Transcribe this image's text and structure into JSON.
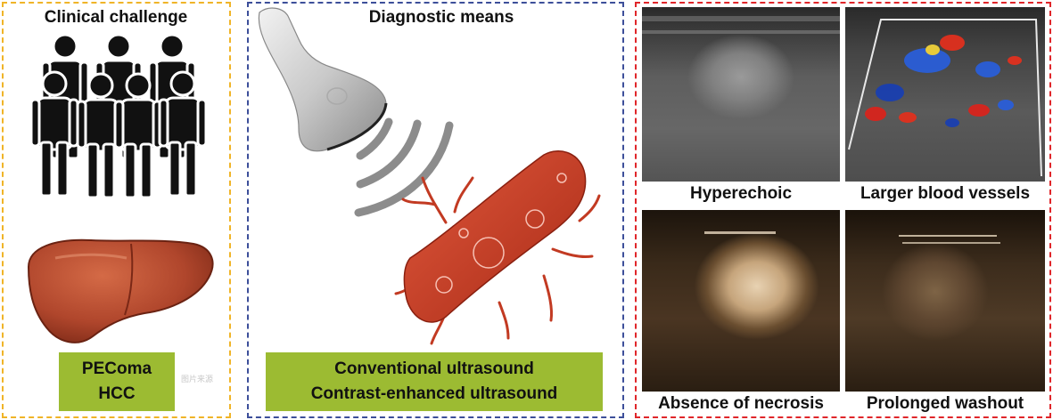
{
  "clinical": {
    "title": "Clinical challenge",
    "labels": [
      "PEComa",
      "HCC"
    ],
    "watermark": "图片来源"
  },
  "diagnostic": {
    "title": "Diagnostic means",
    "methods": [
      "Conventional ultrasound",
      "Contrast-enhanced ultrasound"
    ]
  },
  "findings": {
    "captions": [
      "Hyperechoic",
      "Larger blood vessels",
      "Absence of necrosis",
      "Prolonged washout"
    ]
  },
  "colors": {
    "clinical_border": "#f0b428",
    "diagnostic_border": "#3d4f9a",
    "findings_border": "#e0262a",
    "label_box": "#9cbb32",
    "liver": "#b0462c",
    "vessel": "#c23a22"
  }
}
